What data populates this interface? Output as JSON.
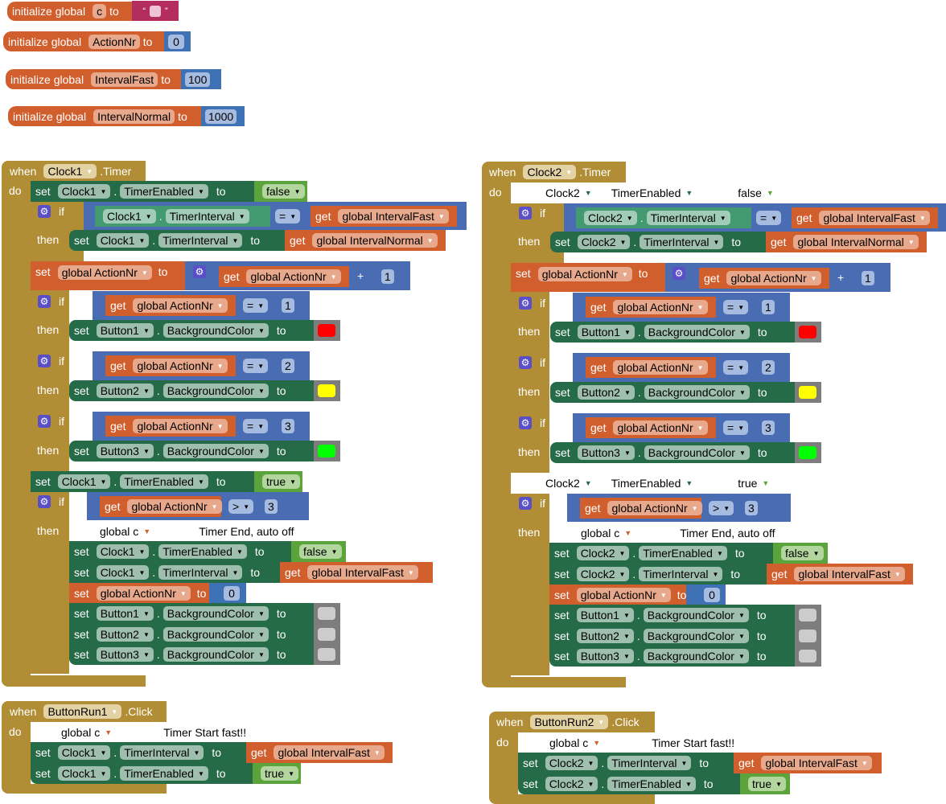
{
  "init": [
    {
      "kw": "initialize global",
      "name": "c",
      "to": "to",
      "value_type": "text",
      "value": ""
    },
    {
      "kw": "initialize global",
      "name": "ActionNr",
      "to": "to",
      "value_type": "number",
      "value": "0"
    },
    {
      "kw": "initialize global",
      "name": "IntervalFast",
      "to": "to",
      "value_type": "number",
      "value": "100"
    },
    {
      "kw": "initialize global",
      "name": "IntervalNormal",
      "to": "to",
      "value_type": "number",
      "value": "1000"
    }
  ],
  "text_quote_open": "“",
  "text_quote_close": "”",
  "kw": {
    "when": "when",
    "do": "do",
    "set": "set",
    "to": "to",
    "get": "get",
    "if": "if",
    "then": "then",
    "dot": ".",
    "plus": "+",
    "eq": "=",
    "gt": ">",
    "arrow": "▼"
  },
  "colors": {
    "red": "#ff0000",
    "yellow": "#ffff00",
    "green": "#00ff00",
    "default": "#cccccc",
    "procedure_orange": "#d05f2d",
    "math_blue": "#4a6cb3",
    "component_green": "#266b48",
    "event_gold": "#b18e35"
  },
  "clock1": {
    "component": "Clock1",
    "event": ".Timer",
    "prop_enabled": "TimerEnabled",
    "prop_interval": "TimerInterval",
    "false": "false",
    "true": "true",
    "var_fast": "global IntervalFast",
    "var_normal": "global IntervalNormal",
    "var_action": "global ActionNr",
    "one": "1",
    "two": "2",
    "three": "3",
    "zero": "0",
    "btn1": "Button1",
    "btn2": "Button2",
    "btn3": "Button3",
    "prop_bg": "BackgroundColor",
    "comment_var": "global c",
    "comment_text": "Timer End, auto off"
  },
  "clock2": {
    "component": "Clock2",
    "event": ".Timer",
    "prop_enabled": "TimerEnabled",
    "prop_interval": "TimerInterval",
    "false": "false",
    "true": "true",
    "var_fast": "global IntervalFast",
    "var_normal": "global IntervalNormal",
    "var_action": "global ActionNr",
    "one": "1",
    "two": "2",
    "three": "3",
    "zero": "0",
    "btn1": "Button1",
    "btn2": "Button2",
    "btn3": "Button3",
    "prop_bg": "BackgroundColor",
    "comment_var": "global c",
    "comment_text": "Timer End, auto off"
  },
  "run1": {
    "component": "ButtonRun1",
    "event": ".Click",
    "clock": "Clock1",
    "prop_interval": "TimerInterval",
    "prop_enabled": "TimerEnabled",
    "var_fast": "global IntervalFast",
    "true": "true",
    "comment_var": "global c",
    "comment_text": "Timer Start fast!!"
  },
  "run2": {
    "component": "ButtonRun2",
    "event": ".Click",
    "clock": "Clock2",
    "prop_interval": "TimerInterval",
    "prop_enabled": "TimerEnabled",
    "var_fast": "global IntervalFast",
    "true": "true",
    "comment_var": "global c",
    "comment_text": "Timer Start fast!!"
  }
}
